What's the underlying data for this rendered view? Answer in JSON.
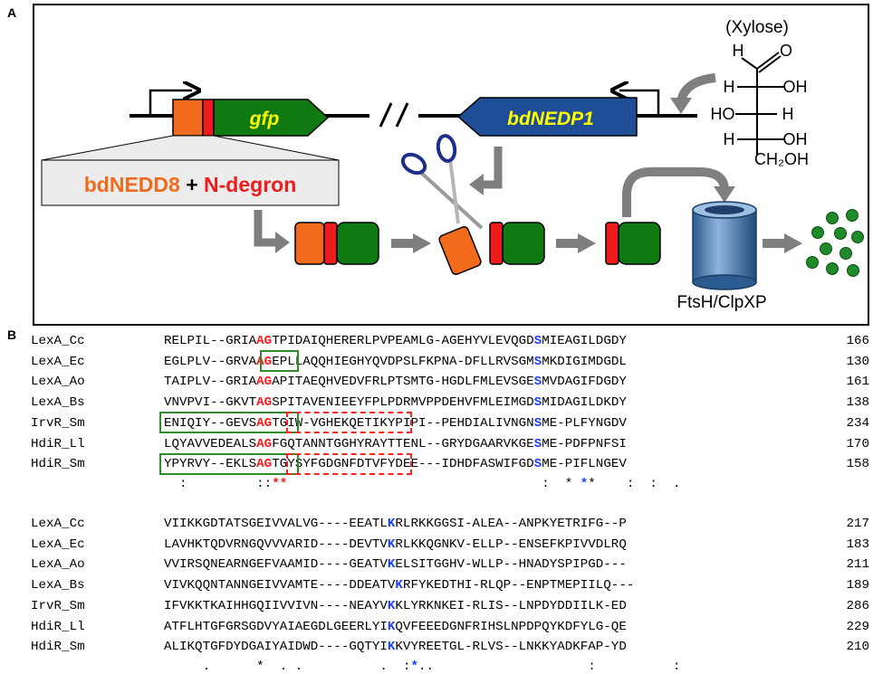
{
  "panel_a": {
    "label": "A",
    "gene_gfp": "gfp",
    "gene_bdnedp1": "bdNEDP1",
    "fusion_part1": "bdNEDD8",
    "fusion_plus": " + ",
    "fusion_part2": "N-degron",
    "xylose_title": "(Xylose)",
    "xylose_h_top": "H",
    "xylose_o": "O",
    "xylose_r1_left": "H",
    "xylose_r1_right": "OH",
    "xylose_r2_left": "HO",
    "xylose_r2_right": "H",
    "xylose_r3_left": "H",
    "xylose_r3_right": "OH",
    "xylose_ch2oh": "CH₂OH",
    "protease_label": "FtsH/ClpXP",
    "colors": {
      "orange": "#f26b1d",
      "red": "#ee1c1c",
      "green": "#0f7a12",
      "blue": "#1f4e96",
      "yellow": "#ffff00"
    }
  },
  "panel_b": {
    "label": "B",
    "block1": {
      "rows": [
        {
          "name": "LexA_Cc",
          "pre": "RELPIL--GRIA",
          "red": "AG",
          "mid": "TPIDAIQHERERLPVPEAMLG-AGEHYVLEVQGD",
          "blue": "S",
          "post": "MIEAGILDGDY",
          "num": "166"
        },
        {
          "name": "LexA_Ec",
          "pre": "EGLPLV--GRVA",
          "red": "AG",
          "mid": "EPLLAQQHIEGHYQVDPSLFKPNA-DFLLRVSGM",
          "blue": "S",
          "post": "MKDIGIMDGDL",
          "num": "130"
        },
        {
          "name": "LexA_Ao",
          "pre": "TAIPLV--GRIA",
          "red": "AG",
          "mid": "APITAEQHVEDVFRLPTSMTG-HGDLFMLEVSGE",
          "blue": "S",
          "post": "MVDAGIFDGDY",
          "num": "161"
        },
        {
          "name": "LexA_Bs",
          "pre": "VNVPVI--GKVT",
          "red": "AG",
          "mid": "SPITAVENIEEYFPLPDRMVPPDEHVFMLEIMGD",
          "blue": "S",
          "post": "MIDAGILDKDY",
          "num": "138"
        },
        {
          "name": "IrvR_Sm",
          "pre": "ENIQIY--GEVS",
          "red": "AG",
          "mid": "TGIW-VGHEKQETIKYPIPI--PEHDIALIVNGN",
          "blue": "S",
          "post": "ME-PLFYNGDV",
          "num": "234"
        },
        {
          "name": "HdiR_Ll",
          "pre": "LQYAVVEDEALS",
          "red": "AG",
          "mid": "FGQTANNTGGHYRAYTTENL--GRYDGAARVKGE",
          "blue": "S",
          "post": "ME-PDFPNFSI",
          "num": "170"
        },
        {
          "name": "HdiR_Sm",
          "pre": "YPYRVY--EKLS",
          "red": "AG",
          "mid": "TGYSYFGDGNFDTVFYDEE---IDHDFASWIFGD",
          "blue": "S",
          "post": "ME-PIFLNGEV",
          "num": "158"
        }
      ],
      "cons_pre": "  :         ::",
      "cons_red": "**",
      "cons_mid": "                                 :  * ",
      "cons_blue": "*",
      "cons_post": "*    :  :  ."
    },
    "block2": {
      "rows": [
        {
          "name": "LexA_Cc",
          "pre": "VIIKKGDTATSGEIVVALVG----EEATL",
          "blue": "K",
          "post": "RLRKKGGSI-ALEA--ANPKYETRIFG--P",
          "num": "217"
        },
        {
          "name": "LexA_Ec",
          "pre": "LAVHKTQDVRNGQVVVARID----DEVTV",
          "blue": "K",
          "post": "RLKKQGNKV-ELLP--ENSEFKPIVVDLRQ",
          "num": "183"
        },
        {
          "name": "LexA_Ao",
          "pre": "VVIRSQNEARNGEFVAAMID----GEATV",
          "blue": "K",
          "post": "ELSITGGHV-WLLP--HNADYSPIPGD---",
          "num": "211"
        },
        {
          "name": "LexA_Bs",
          "pre": "VIVKQQNTANNGEIVVAMTE----DDEATV",
          "blue": "K",
          "post": "RFYKEDTHI-RLQP--ENPTMEPIILQ---",
          "num": "189"
        },
        {
          "name": "IrvR_Sm",
          "pre": "IFVKKTKAIHHGQIIVVIVN----NEAYV",
          "blue": "K",
          "post": "KLYRKNKEI-RLIS--LNPDYDDIILK-ED",
          "num": "286"
        },
        {
          "name": "HdiR_Ll",
          "pre": "ATFLHTGFGRSGDVYAIAEGDLGEERLYI",
          "blue": "K",
          "post": "QVFEEEDGNFRIHSLNPDPQYKDFYLG-QE",
          "num": "229"
        },
        {
          "name": "HdiR_Sm",
          "pre": "ALIKQTGFDYDGAIYAIDWD----GQTYI",
          "blue": "K",
          "post": "KVYREETGL-RLVS--LNKKYADKFAP-YD",
          "num": "210"
        }
      ],
      "cons_pre": "     .      *  . .          .  :",
      "cons_blue": "*",
      "cons_post": "..                    :          :"
    }
  }
}
